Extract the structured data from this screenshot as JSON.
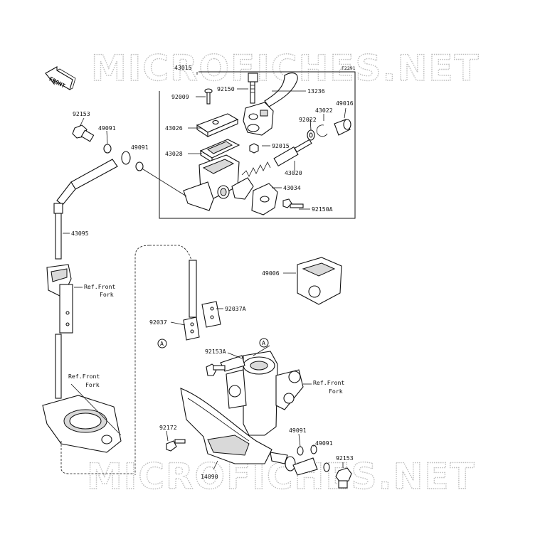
{
  "watermark": {
    "top": "MICROFICHES.NET",
    "bottom": "MICROFICHES.NET"
  },
  "figure_code": "F2291",
  "direction_label": "FRONT",
  "callouts": {
    "c43015": "43015",
    "c92009": "92009",
    "c92150": "92150",
    "c13236": "13236",
    "c43022": "43022",
    "c49016": "49016",
    "c92022": "92022",
    "c43026": "43026",
    "c92015": "92015",
    "c43028": "43028",
    "c43020": "43020",
    "c43034": "43034",
    "c92150A": "92150A",
    "c92153_top": "92153",
    "c49091_a": "49091",
    "c49091_b": "49091",
    "c43095": "43095",
    "ref_front_fork_1_line1": "Ref.Front",
    "ref_front_fork_1_line2": "Fork",
    "ref_front_fork_2_line1": "Ref.Front",
    "ref_front_fork_2_line2": "Fork",
    "ref_front_fork_3_line1": "Ref.Front",
    "ref_front_fork_3_line2": "Fork",
    "c49006": "49006",
    "c92037": "92037",
    "c92037A": "92037A",
    "marker_a1": "A",
    "marker_a2": "A",
    "c92153A": "92153A",
    "c92172": "92172",
    "c49091_c": "49091",
    "c49091_d": "49091",
    "c92153_bottom": "92153",
    "c14090": "14090"
  }
}
